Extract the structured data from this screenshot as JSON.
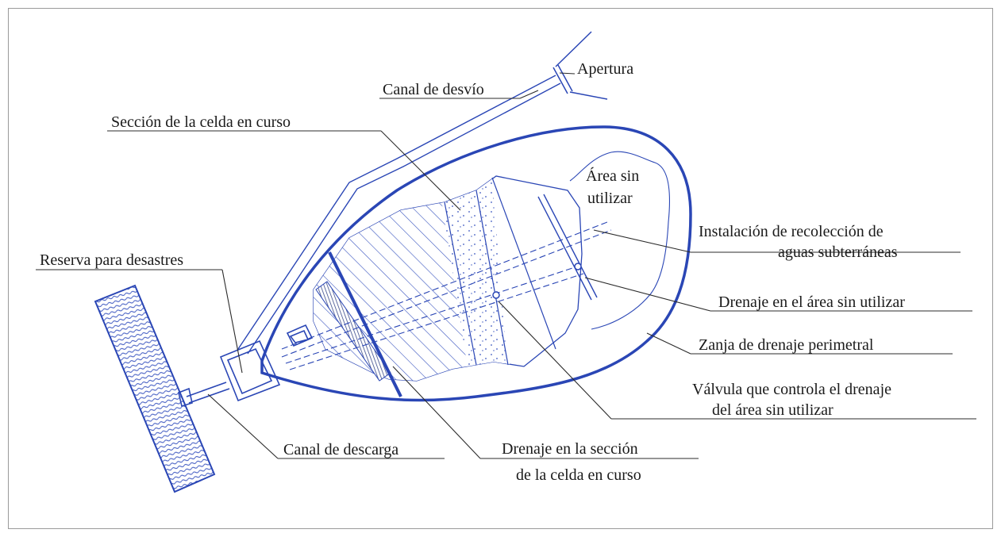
{
  "colors": {
    "outline": "#2a46b5",
    "text": "#1a1a1a",
    "leader": "#2b2b2b"
  },
  "labels": {
    "apertura": "Apertura",
    "canal_desvio": "Canal de desvío",
    "seccion_celda": "Sección de la celda en curso",
    "area_sin_utilizar_1": "Área sin",
    "area_sin_utilizar_2": "utilizar",
    "instalacion_1": "Instalación de recolección de",
    "instalacion_2": "aguas subterráneas",
    "reserva": "Reserva para desastres",
    "drenaje_area": "Drenaje en el área sin utilizar",
    "zanja": "Zanja de drenaje perimetral",
    "valvula_1": "Válvula que controla el drenaje",
    "valvula_2": "del área sin utilizar",
    "canal_descarga": "Canal de descarga",
    "drenaje_seccion_1": "Drenaje en la sección",
    "drenaje_seccion_2": "de la celda en curso"
  }
}
